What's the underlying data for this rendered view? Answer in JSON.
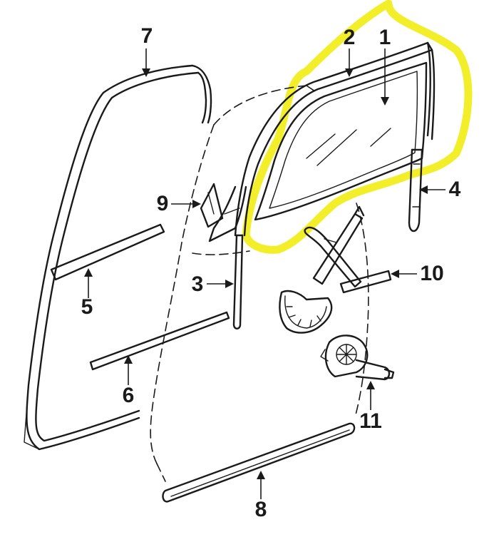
{
  "highlight_color": "#f2ef2a",
  "ink_color": "#1a1a1a",
  "callouts": [
    {
      "id": "1",
      "label": "1"
    },
    {
      "id": "2",
      "label": "2"
    },
    {
      "id": "3",
      "label": "3"
    },
    {
      "id": "4",
      "label": "4"
    },
    {
      "id": "5",
      "label": "5"
    },
    {
      "id": "6",
      "label": "6"
    },
    {
      "id": "7",
      "label": "7"
    },
    {
      "id": "8",
      "label": "8"
    },
    {
      "id": "9",
      "label": "9"
    },
    {
      "id": "10",
      "label": "10"
    },
    {
      "id": "11",
      "label": "11"
    }
  ]
}
